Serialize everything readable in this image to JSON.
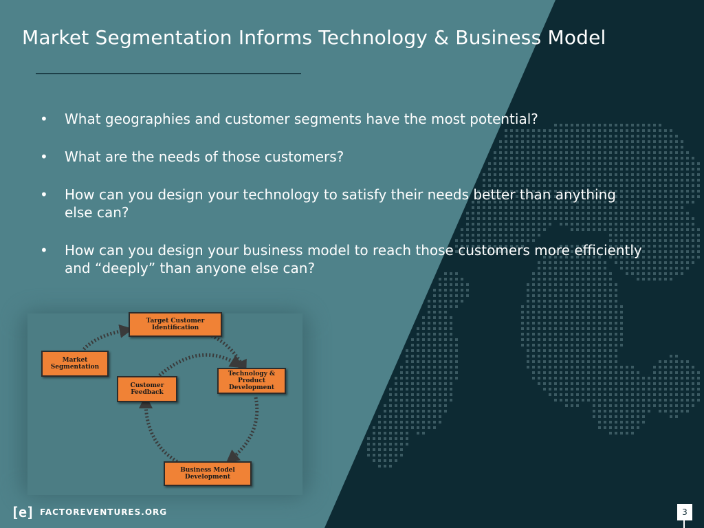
{
  "slide": {
    "title": "Market Segmentation Informs Technology & Business Model",
    "bullets": [
      "What geographies and customer segments have the most potential?",
      "What are the needs of those customers?",
      "How can you design your technology to satisfy their needs better than anything else can?",
      "How can you design your business model to reach those customers more efficiently and “deeply” than anyone else can?"
    ],
    "bullet_glyph": "•"
  },
  "diagram": {
    "boxes": {
      "target": "Target Customer Identification",
      "segmentation": "Market Segmentation",
      "feedback": "Customer Feedback",
      "technology": "Technology & Product Development",
      "business": "Business Model Development"
    }
  },
  "footer": {
    "logo": "[e]",
    "brand": "FACTOREVENTURES.ORG",
    "page_number": "3"
  },
  "colors": {
    "teal_bg": "#4f828a",
    "dark_bg": "#0d2a33",
    "box_orange": "#f08236"
  }
}
